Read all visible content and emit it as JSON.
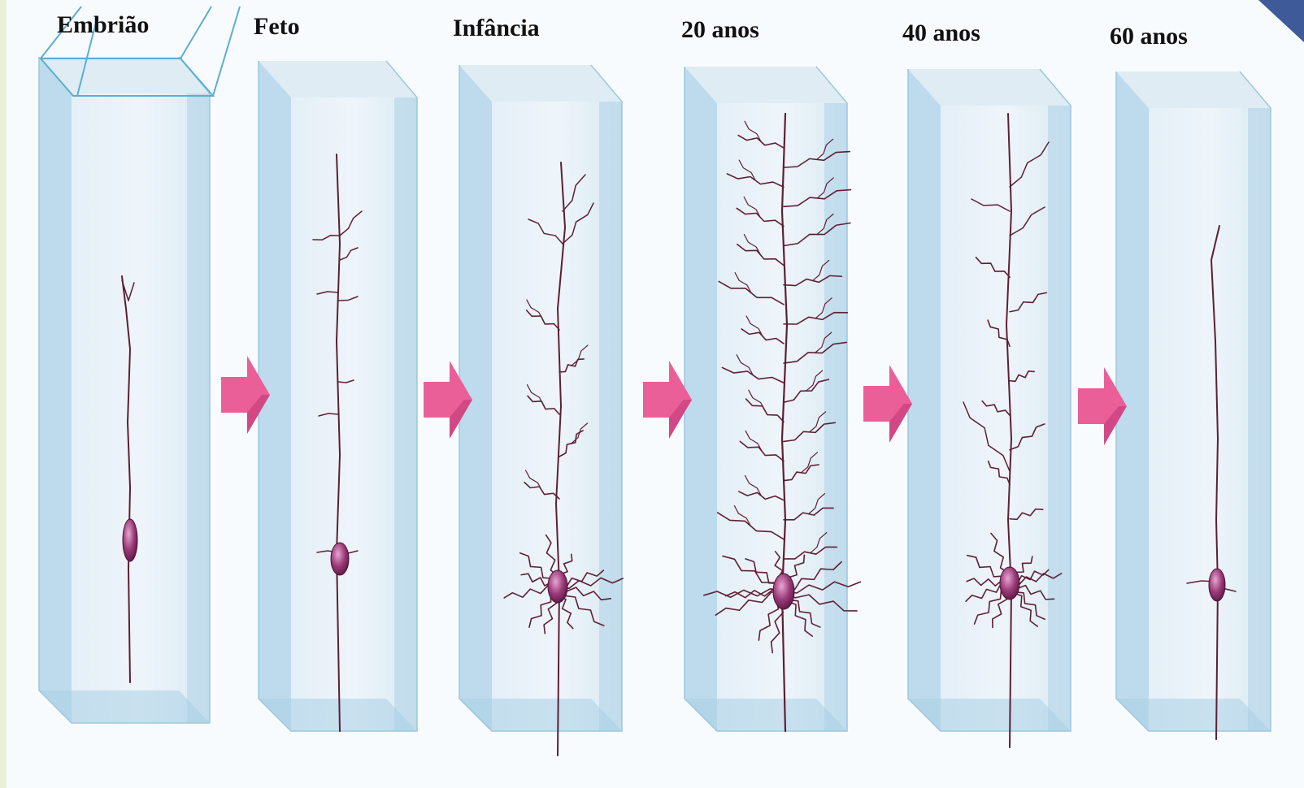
{
  "stages": [
    {
      "label": "Embrião"
    },
    {
      "label": "Feto"
    },
    {
      "label": "Infância"
    },
    {
      "label": "20 anos"
    },
    {
      "label": "40 anos"
    },
    {
      "label": "60 anos"
    }
  ],
  "colors": {
    "background": "#eaf0d6",
    "panel": "#f8fbfd",
    "prism_front": "#dcebf5",
    "prism_side": "#a9d0e6",
    "prism_top": "#cfe3ef",
    "prism_edge": "#9cc7df",
    "arrow": "#ea5f98",
    "arrow_shade": "#c73f7c",
    "neuron": "#5e1f33",
    "soma": "#9b3b78",
    "corner_accent": "#3f5a98"
  }
}
